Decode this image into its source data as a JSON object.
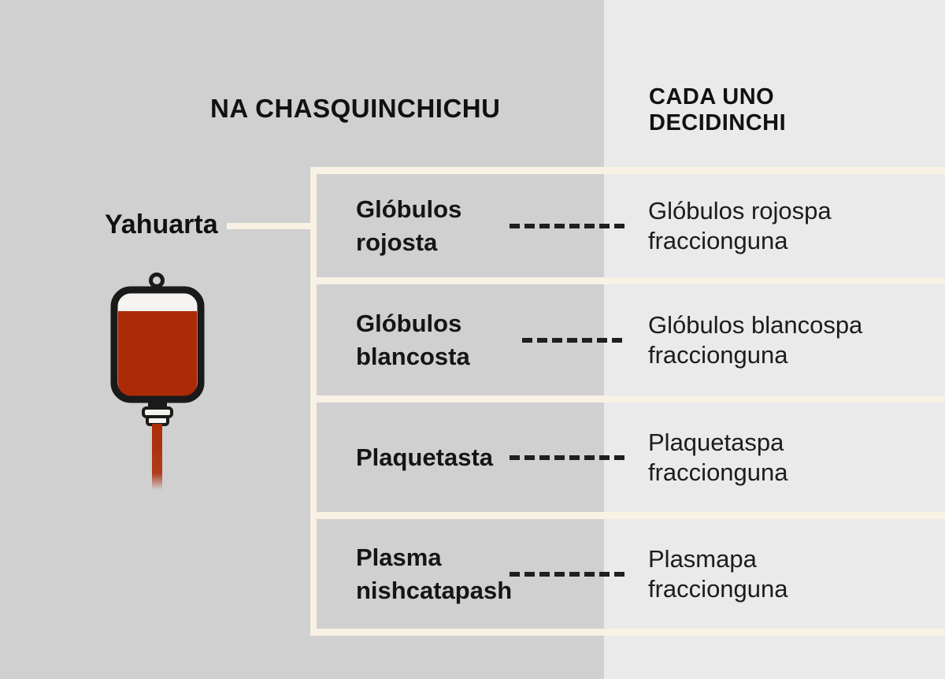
{
  "header": {
    "left_title": "NA CHASQUINCHICHU",
    "right_title": "CADA UNO\nDECIDINCHI"
  },
  "source": {
    "label": "Yahuarta",
    "icon": "blood-bag-icon"
  },
  "rows": [
    {
      "component": "Glóbulos\nrojosta",
      "fraction": "Glóbulos rojospa\nfraccionguna",
      "dash_count": 8
    },
    {
      "component": "Glóbulos\nblancosta",
      "fraction": "Glóbulos blancospa\nfraccionguna",
      "dash_count": 7
    },
    {
      "component": "Plaquetasta",
      "fraction": "Plaquetaspa\nfraccionguna",
      "dash_count": 8
    },
    {
      "component": "Plasma\nnishcatapash",
      "fraction": "Plasmapa\nfraccionguna",
      "dash_count": 8
    }
  ],
  "colors": {
    "left_background": "#d0d0d0",
    "right_background": "#eaeaea",
    "divider_cream": "#f8f1e4",
    "text": "#151515",
    "dash": "#1f1f1f",
    "blood_red": "#ab2b06",
    "icon_outline": "#1a1a1a"
  }
}
